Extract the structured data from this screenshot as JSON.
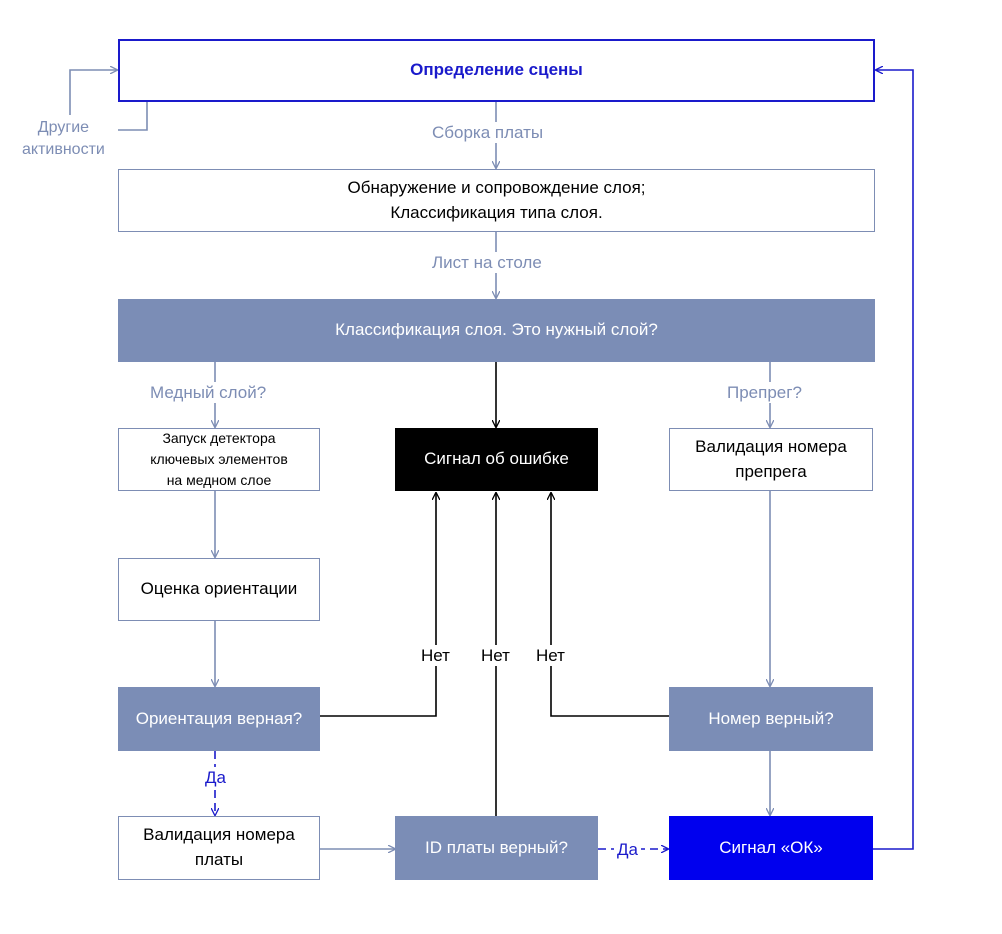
{
  "nodes": {
    "scene": "Определение сцены",
    "detect_line1": "Обнаружение и сопровождение слоя;",
    "detect_line2": "Классификация типа слоя.",
    "classify": "Классификация слоя. Это нужный слой?",
    "keypoint_line1": "Запуск детектора",
    "keypoint_line2": "ключевых элементов",
    "keypoint_line3": "на медном слое",
    "error": "Сигнал об ошибке",
    "prepreg_validate_line1": "Валидация номера",
    "prepreg_validate_line2": "препрега",
    "orientation_estimate": "Оценка ориентации",
    "orientation_ok": "Ориентация верная?",
    "number_ok": "Номер верный?",
    "board_validate_line1": "Валидация номера",
    "board_validate_line2": "платы",
    "board_id_ok": "ID платы верный?",
    "ok_signal": "Сигнал «ОК»"
  },
  "labels": {
    "other_line1": "Другие",
    "other_line2": "активности",
    "board_assembly": "Сборка платы",
    "sheet_on_table": "Лист на столе",
    "copper_layer": "Медный слой?",
    "prepreg": "Препрег?",
    "no_left": "Нет",
    "no_center": "Нет",
    "no_right": "Нет",
    "yes_orientation": "Да",
    "yes_board_id": "Да"
  },
  "colors": {
    "flow_gray": "#7d8db4",
    "decision_fill": "#7b8db6",
    "accent_blue": "#1a1acb",
    "ok_fill": "#0000ee",
    "error_fill": "#000000"
  }
}
